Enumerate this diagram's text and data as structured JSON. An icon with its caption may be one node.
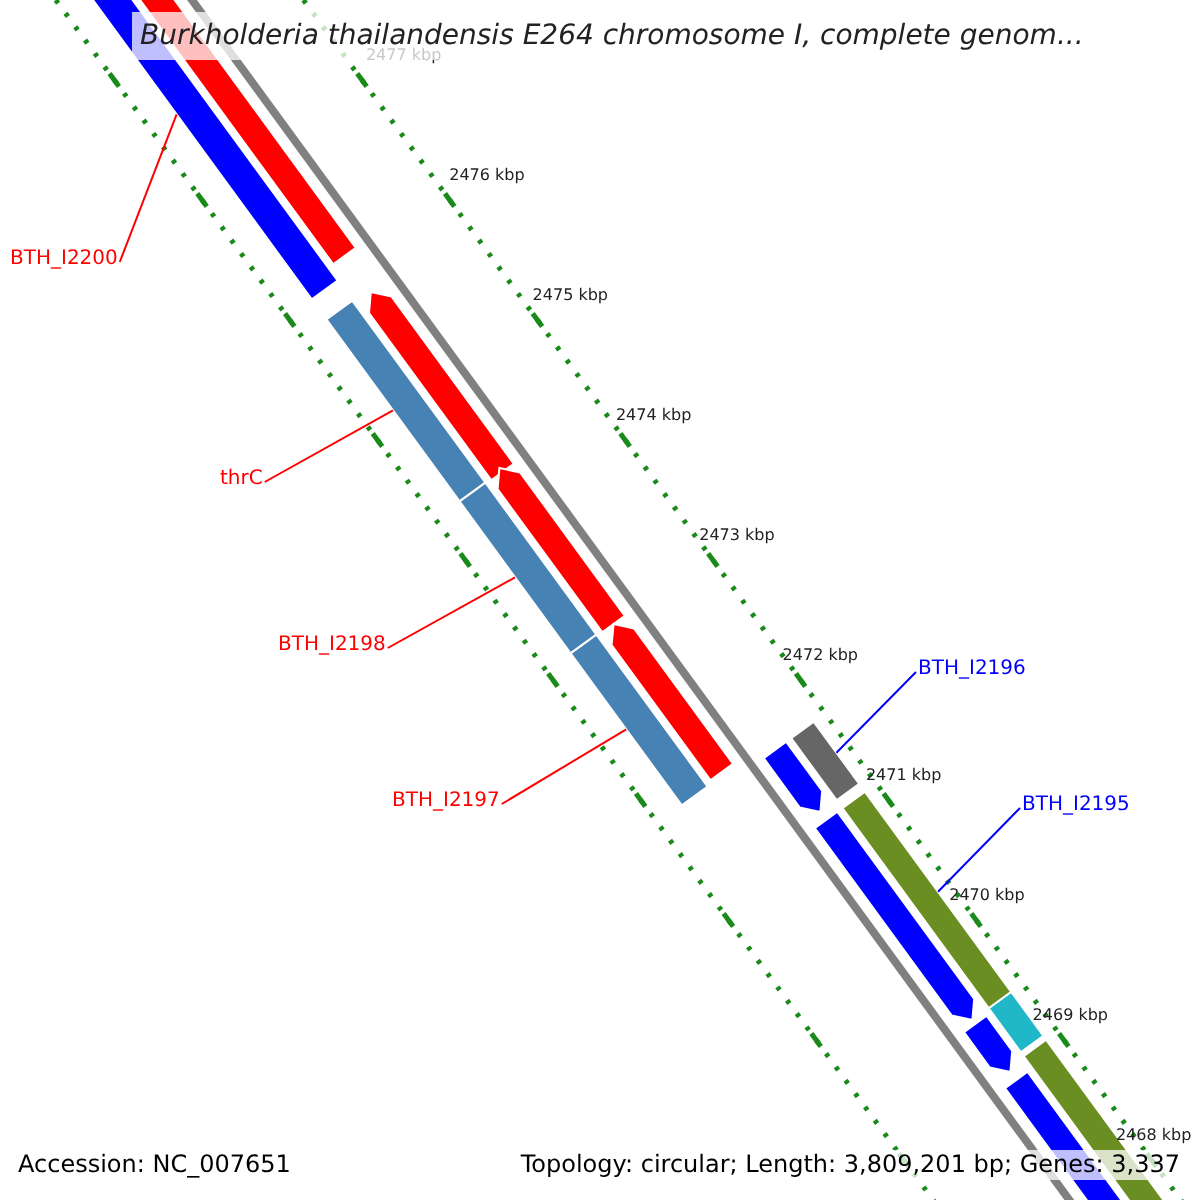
{
  "diagram": {
    "title": "Burkholderia thailandensis E264 chromosome I, complete genom...",
    "nodes": [
      {
        "text": [
          "BTH_I2200"
        ]
      },
      {
        "text": [],
        "shape": "bar"
      },
      {
        "text": [
          "thrC"
        ]
      },
      {
        "text": [],
        "shape": "bar"
      },
      {
        "text": [
          "BTH_I2198"
        ]
      },
      {
        "text": [],
        "shape": "bar"
      },
      {
        "text": [
          "BTH_I2197"
        ]
      },
      {
        "text": [],
        "shape": "bar"
      },
      {
        "text": [
          "BTH_I2196"
        ]
      },
      {
        "text": [],
        "shape": "bar"
      },
      {
        "text": [
          "BTH_I2195"
        ]
      },
      {
        "text": [],
        "shape": "bar"
      }
    ],
    "edges": [
      {
        "from": 0,
        "to": 1,
        "arrow": "none"
      },
      {
        "from": 2,
        "to": 3,
        "arrow": "none"
      },
      {
        "from": 4,
        "to": 5,
        "arrow": "none"
      },
      {
        "from": 6,
        "to": 7,
        "arrow": "none"
      },
      {
        "from": 8,
        "to": 9,
        "arrow": "none",
        "color": "#0000ff"
      },
      {
        "from": 10,
        "to": 11,
        "arrow": "none",
        "color": "#0000ff"
      }
    ],
    "labels": [
      "2477 kbp",
      "2476 kbp",
      "2475 kbp",
      "2474 kbp",
      "2473 kbp",
      "2472 kbp",
      "2471 kbp",
      "2470 kbp",
      "2469 kbp",
      "2468 kbp",
      "Accession: NC_007651",
      "Topology: circular; Length: 3,809,201 bp; Genes: 3,337"
    ]
  }
}
